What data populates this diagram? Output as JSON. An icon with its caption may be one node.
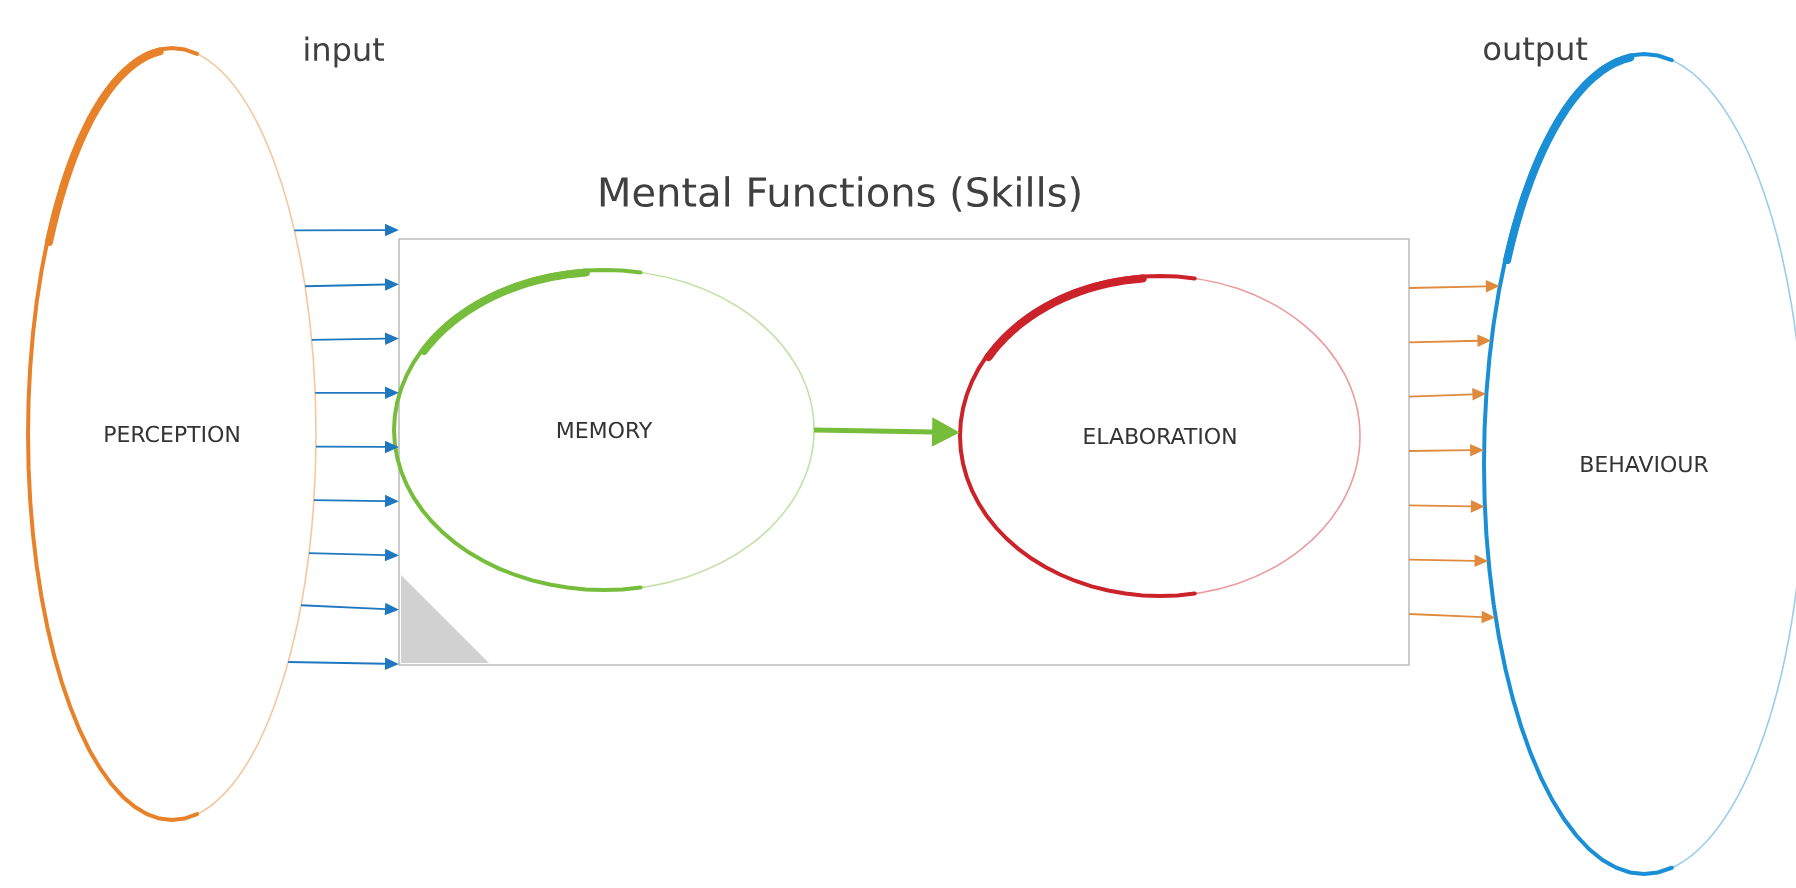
{
  "diagram": {
    "nodes": [
      {
        "text": [
          "PERCEPTION"
        ],
        "beside": [
          "input"
        ]
      },
      {
        "text": [
          "Mental Functions (Skills)"
        ]
      },
      {
        "text": [
          "MEMORY"
        ],
        "in": 1
      },
      {
        "text": [
          "ELABORATION"
        ],
        "in": 1
      },
      {
        "text": [
          "BEHAVIOUR"
        ],
        "beside": [
          "output"
        ]
      }
    ],
    "edges": [
      {
        "from": 0,
        "to": 1,
        "arrow": "to"
      },
      {
        "from": 0,
        "to": 1,
        "arrow": "to"
      },
      {
        "from": 0,
        "to": 1,
        "arrow": "to"
      },
      {
        "from": 0,
        "to": 1,
        "arrow": "to"
      },
      {
        "from": 0,
        "to": 1,
        "arrow": "to"
      },
      {
        "from": 0,
        "to": 1,
        "arrow": "to"
      },
      {
        "from": 0,
        "to": 1,
        "arrow": "to"
      },
      {
        "from": 0,
        "to": 1,
        "arrow": "to"
      },
      {
        "from": 0,
        "to": 1,
        "arrow": "to"
      },
      {
        "from": 2,
        "to": 3,
        "arrow": "to",
        "style": "thick",
        "color": "#76bd3c"
      },
      {
        "from": 1,
        "to": 4,
        "arrow": "to",
        "color": "#e08a3c"
      },
      {
        "from": 1,
        "to": 4,
        "arrow": "to",
        "color": "#e08a3c"
      },
      {
        "from": 1,
        "to": 4,
        "arrow": "to",
        "color": "#e08a3c"
      },
      {
        "from": 1,
        "to": 4,
        "arrow": "to",
        "color": "#e08a3c"
      },
      {
        "from": 1,
        "to": 4,
        "arrow": "to",
        "color": "#e08a3c"
      },
      {
        "from": 1,
        "to": 4,
        "arrow": "to",
        "color": "#e08a3c"
      },
      {
        "from": 1,
        "to": 4,
        "arrow": "to",
        "color": "#e08a3c"
      }
    ]
  }
}
